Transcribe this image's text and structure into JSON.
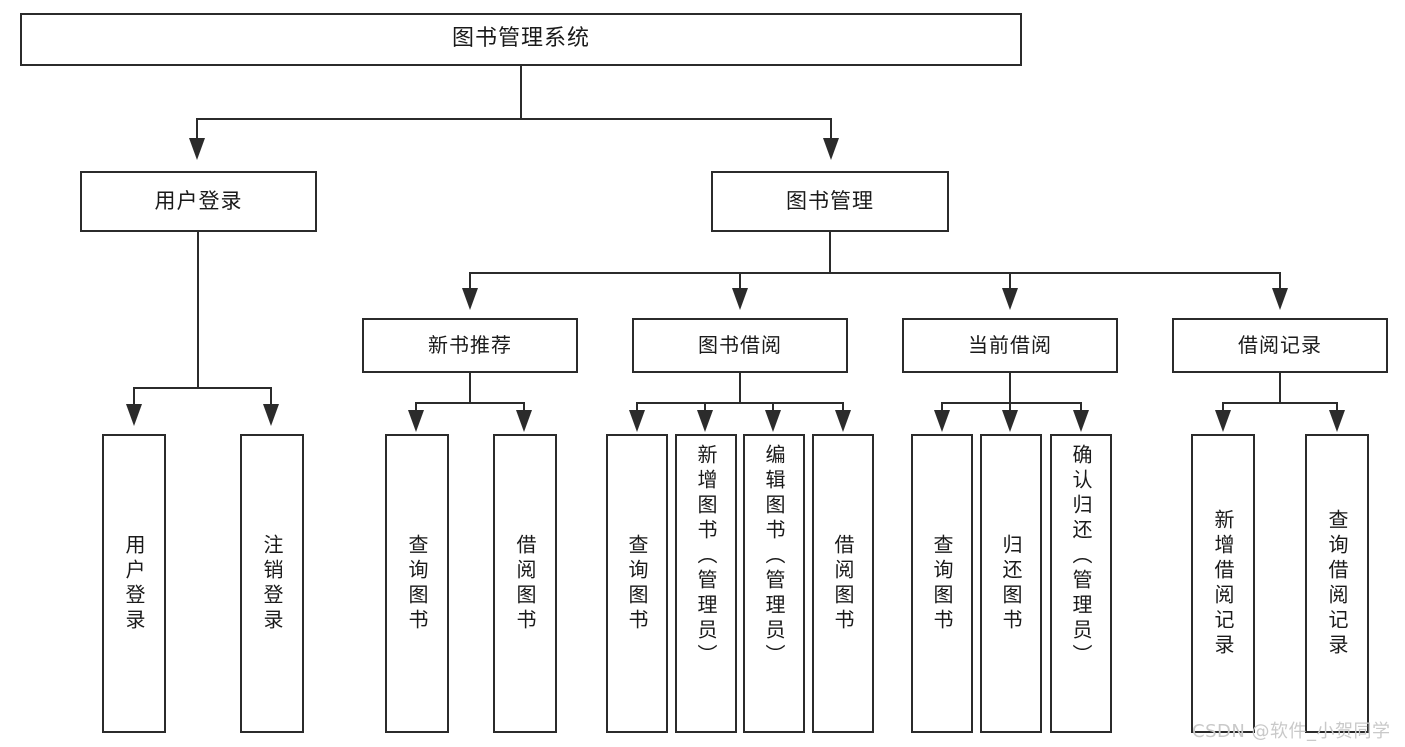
{
  "diagram": {
    "title_node": {
      "label": "图书管理系统"
    },
    "level2": [
      {
        "id": "user-login",
        "label": "用户登录"
      },
      {
        "id": "book-management",
        "label": "图书管理"
      }
    ],
    "level3": [
      {
        "id": "new-book-recommend",
        "label": "新书推荐"
      },
      {
        "id": "book-borrow",
        "label": "图书借阅"
      },
      {
        "id": "current-borrow",
        "label": "当前借阅"
      },
      {
        "id": "borrow-record",
        "label": "借阅记录"
      }
    ],
    "leaves": [
      {
        "id": "leaf-user-login",
        "label": "用户登录"
      },
      {
        "id": "leaf-logout-login",
        "label": "注销登录"
      },
      {
        "id": "leaf-query-book-1",
        "label": "查询图书"
      },
      {
        "id": "leaf-borrow-book-1",
        "label": "借阅图书"
      },
      {
        "id": "leaf-query-book-2",
        "label": "查询图书"
      },
      {
        "id": "leaf-add-book-admin",
        "label": "新增图书（管理员）"
      },
      {
        "id": "leaf-edit-book-admin",
        "label": "编辑图书（管理员）"
      },
      {
        "id": "leaf-borrow-book-2",
        "label": "借阅图书"
      },
      {
        "id": "leaf-query-book-3",
        "label": "查询图书"
      },
      {
        "id": "leaf-return-book",
        "label": "归还图书"
      },
      {
        "id": "leaf-confirm-return-admin",
        "label": "确认归还（管理员）"
      },
      {
        "id": "leaf-add-borrow-record",
        "label": "新增借阅记录"
      },
      {
        "id": "leaf-query-borrow-record",
        "label": "查询借阅记录"
      }
    ],
    "colors": {
      "stroke": "#2b2b2b",
      "fill": "#ffffff",
      "text": "#1a1a1a",
      "watermark": "#c9c9c9"
    }
  },
  "watermark": {
    "text": "CSDN @软件_小贺同学"
  }
}
